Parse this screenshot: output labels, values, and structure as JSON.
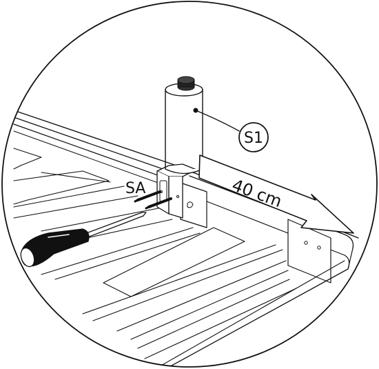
{
  "labels": {
    "part_s1": "S1",
    "screws": "SA",
    "distance": "40 cm"
  },
  "icons": {
    "part": "adjustable-leg-support",
    "tool": "screwdriver-icon",
    "arrow": "measurement-arrow-icon"
  },
  "colors": {
    "line": "#111111",
    "fill": "#ffffff"
  }
}
